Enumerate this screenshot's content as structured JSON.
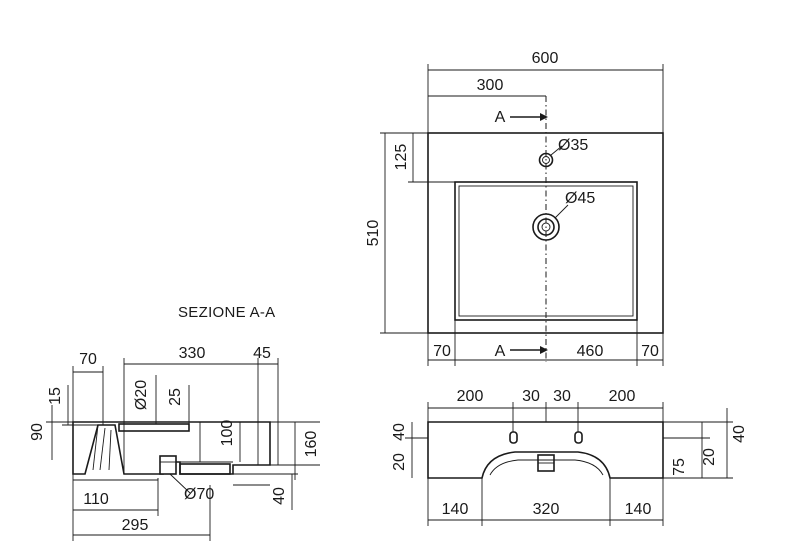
{
  "section_title": "SEZIONE A-A",
  "section_marker": "A",
  "top_view": {
    "overall_width": "600",
    "half_width": "300",
    "depth": "510",
    "tap_offset": "125",
    "tap_hole": "Ø35",
    "drain_hole": "Ø45",
    "left_margin": "70",
    "bowl_width": "460",
    "right_margin": "70"
  },
  "front_view": {
    "left_span": "200",
    "left_inner": "30",
    "right_inner": "30",
    "right_span": "200",
    "left_height_upper": "40",
    "left_height_lower": "20",
    "right_height_upper": "40",
    "right_height_lower": "20",
    "bowl_depth": "75",
    "left_base": "140",
    "bowl_base": "320",
    "right_base": "140"
  },
  "section_view": {
    "back_width": "70",
    "top_length": "330",
    "front_lip": "45",
    "total_height": "90",
    "back_step": "15",
    "tap_hole": "Ø20",
    "tap_offset": "25",
    "bowl_height": "100",
    "front_height": "160",
    "drain_hole": "Ø70",
    "drain_height": "40",
    "drain_offset": "110",
    "total_depth": "295"
  }
}
